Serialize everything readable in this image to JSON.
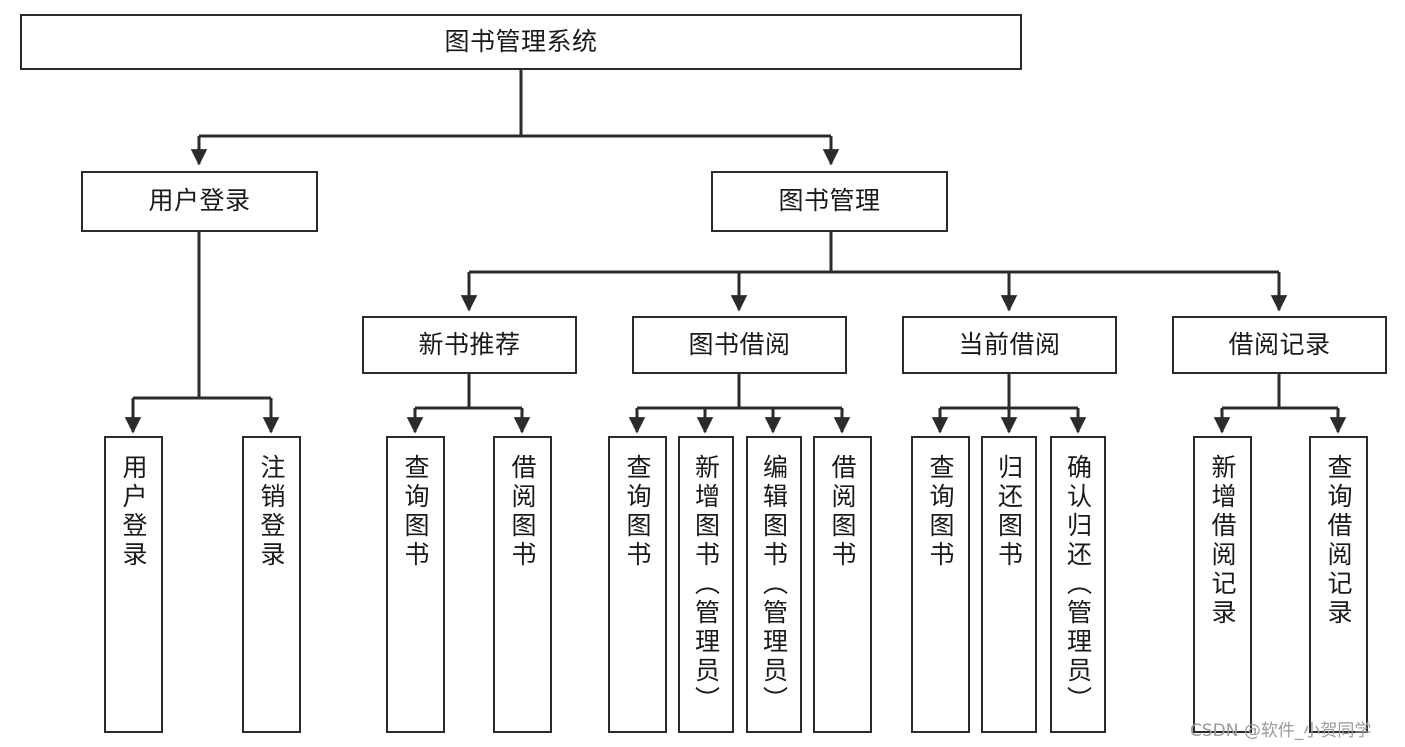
{
  "diagram": {
    "title": "图书管理系统",
    "type": "tree",
    "colors": {
      "box_border": "#2b2b2b",
      "box_fill": "#ffffff",
      "edge": "#2b2b2b",
      "text": "#1a1a1a",
      "watermark": "#9a9a9a"
    },
    "nodes": {
      "root": {
        "label": "图书管理系统"
      },
      "l2": [
        {
          "id": "user_login",
          "label": "用户登录"
        },
        {
          "id": "book_mgmt",
          "label": "图书管理"
        }
      ],
      "l3": [
        {
          "id": "new_book_rec",
          "label": "新书推荐"
        },
        {
          "id": "book_borrow",
          "label": "图书借阅"
        },
        {
          "id": "current_borrow",
          "label": "当前借阅"
        },
        {
          "id": "borrow_record",
          "label": "借阅记录"
        }
      ],
      "leaves": [
        {
          "id": "leaf_user_login",
          "label": "用户登录"
        },
        {
          "id": "leaf_user_logout",
          "label": "注销登录"
        },
        {
          "id": "leaf_query_book_1",
          "label": "查询图书"
        },
        {
          "id": "leaf_borrow_book_1",
          "label": "借阅图书"
        },
        {
          "id": "leaf_query_book_2",
          "label": "查询图书"
        },
        {
          "id": "leaf_add_book",
          "label": "新增图书（管理员）"
        },
        {
          "id": "leaf_edit_book",
          "label": "编辑图书（管理员）"
        },
        {
          "id": "leaf_borrow_book_2",
          "label": "借阅图书"
        },
        {
          "id": "leaf_query_book_3",
          "label": "查询图书"
        },
        {
          "id": "leaf_return_book",
          "label": "归还图书"
        },
        {
          "id": "leaf_confirm_return",
          "label": "确认归还（管理员）"
        },
        {
          "id": "leaf_add_record",
          "label": "新增借阅记录"
        },
        {
          "id": "leaf_query_record",
          "label": "查询借阅记录"
        }
      ]
    },
    "watermark": "CSDN @软件_小贺同学"
  }
}
